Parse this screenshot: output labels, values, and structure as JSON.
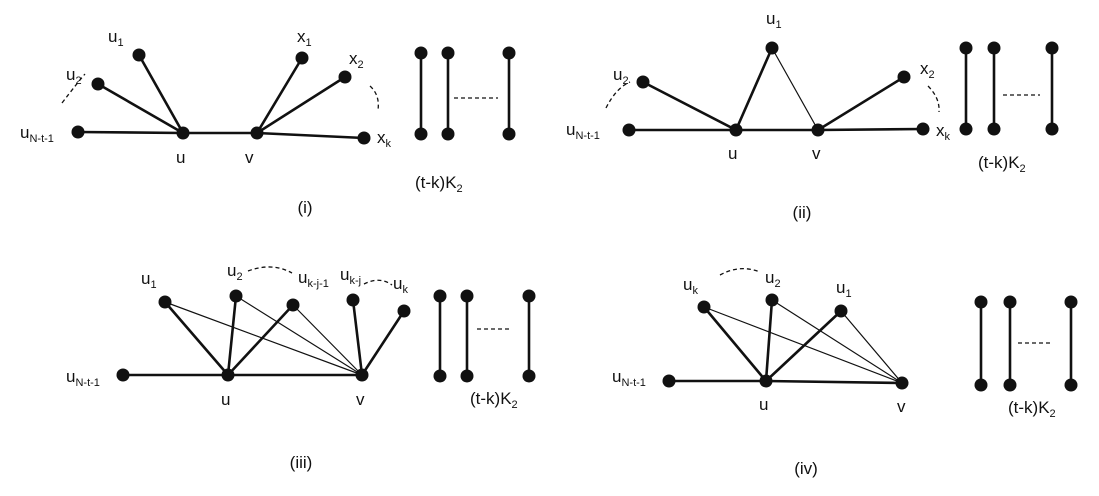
{
  "panels": [
    {
      "id": "i",
      "caption": "(i)",
      "k2_label": "(t-k)K",
      "k2_sub": "2",
      "labels": [
        {
          "id": "u1",
          "main": "u",
          "sub": "1"
        },
        {
          "id": "u2",
          "main": "u",
          "sub": "2"
        },
        {
          "id": "uN",
          "main": "u",
          "sub": "N-t-1"
        },
        {
          "id": "u",
          "main": "u",
          "sub": ""
        },
        {
          "id": "v",
          "main": "v",
          "sub": ""
        },
        {
          "id": "x1",
          "main": "x",
          "sub": "1"
        },
        {
          "id": "x2",
          "main": "x",
          "sub": "2"
        },
        {
          "id": "xk",
          "main": "x",
          "sub": "k"
        }
      ]
    },
    {
      "id": "ii",
      "caption": "(ii)",
      "k2_label": "(t-k)K",
      "k2_sub": "2",
      "labels": [
        {
          "id": "u1",
          "main": "u",
          "sub": "1"
        },
        {
          "id": "u2",
          "main": "u",
          "sub": "2"
        },
        {
          "id": "uN",
          "main": "u",
          "sub": "N-t-1"
        },
        {
          "id": "u",
          "main": "u",
          "sub": ""
        },
        {
          "id": "v",
          "main": "v",
          "sub": ""
        },
        {
          "id": "x2",
          "main": "x",
          "sub": "2"
        },
        {
          "id": "xk",
          "main": "x",
          "sub": "k"
        }
      ]
    },
    {
      "id": "iii",
      "caption": "(iii)",
      "k2_label": "(t-k)K",
      "k2_sub": "2",
      "labels": [
        {
          "id": "u1",
          "main": "u",
          "sub": "1"
        },
        {
          "id": "u2",
          "main": "u",
          "sub": "2"
        },
        {
          "id": "ukj1",
          "main": "u",
          "sub": "k-j-1"
        },
        {
          "id": "ukj",
          "main": "u",
          "sub": "k-j"
        },
        {
          "id": "uk",
          "main": "u",
          "sub": "k"
        },
        {
          "id": "uN",
          "main": "u",
          "sub": "N-t-1"
        },
        {
          "id": "u",
          "main": "u",
          "sub": ""
        },
        {
          "id": "v",
          "main": "v",
          "sub": ""
        }
      ]
    },
    {
      "id": "iv",
      "caption": "(iv)",
      "k2_label": "(t-k)K",
      "k2_sub": "2",
      "labels": [
        {
          "id": "uk",
          "main": "u",
          "sub": "k"
        },
        {
          "id": "u2",
          "main": "u",
          "sub": "2"
        },
        {
          "id": "u1",
          "main": "u",
          "sub": "1"
        },
        {
          "id": "uN",
          "main": "u",
          "sub": "N-t-1"
        },
        {
          "id": "u",
          "main": "u",
          "sub": ""
        },
        {
          "id": "v",
          "main": "v",
          "sub": ""
        }
      ]
    }
  ],
  "colors": {
    "ink": "#111111",
    "background": "#ffffff"
  }
}
